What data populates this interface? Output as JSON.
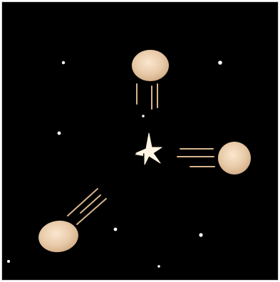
{
  "colors": {
    "background": "#000000",
    "frame_border": "#cfcfcf",
    "blob_highlight": "#fbe7cf",
    "blob_base": "#e7c9a7",
    "blob_edge": "#cfa981",
    "speed_lines": "#d7b48e",
    "star_dots": "#ffffff",
    "center_burst": "#fff4e1"
  },
  "scene": {
    "objects": [
      {
        "name": "top-blob",
        "direction": "down"
      },
      {
        "name": "right-blob",
        "direction": "left"
      },
      {
        "name": "bottom-left-blob",
        "direction": "up-right"
      }
    ],
    "center_icon": "starburst-icon",
    "background_icon": "star-dot-icon"
  }
}
